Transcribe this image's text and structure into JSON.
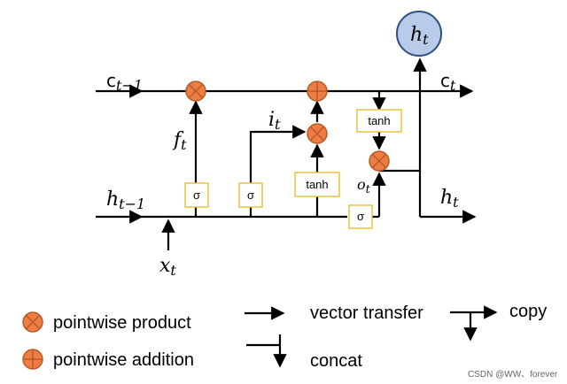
{
  "colors": {
    "line": "#000000",
    "op_fill": "#EE7D45",
    "op_stroke": "#B85A22",
    "gate_border": "#E8C341",
    "output_fill": "#B8CCEA",
    "output_stroke": "#2E4F80"
  },
  "labels": {
    "c_prev": {
      "base": "c",
      "sub": "t−1"
    },
    "c_t": {
      "base": "c",
      "sub": "t"
    },
    "h_prev": {
      "base": "h",
      "sub": "t−1"
    },
    "h_t_right": {
      "base": "h",
      "sub": "t"
    },
    "h_t_output": {
      "base": "h",
      "sub": "t"
    },
    "x_t": {
      "base": "x",
      "sub": "t"
    },
    "f_t": {
      "base": "f",
      "sub": "t"
    },
    "i_t": {
      "base": "i",
      "sub": "t"
    },
    "o_t": {
      "base": "o",
      "sub": "t"
    }
  },
  "gates": {
    "sigma_f": "σ",
    "sigma_i": "σ",
    "tanh_candidate": "tanh",
    "sigma_o": "σ",
    "tanh_cell": "tanh"
  },
  "legend": {
    "product_icon": "multiply-icon",
    "product": "pointwise product",
    "addition_icon": "plus-icon",
    "addition": "pointwise addition",
    "vector_transfer": "vector transfer",
    "concat": "concat",
    "copy": "copy"
  },
  "watermark": "CSDN @WW、forever"
}
